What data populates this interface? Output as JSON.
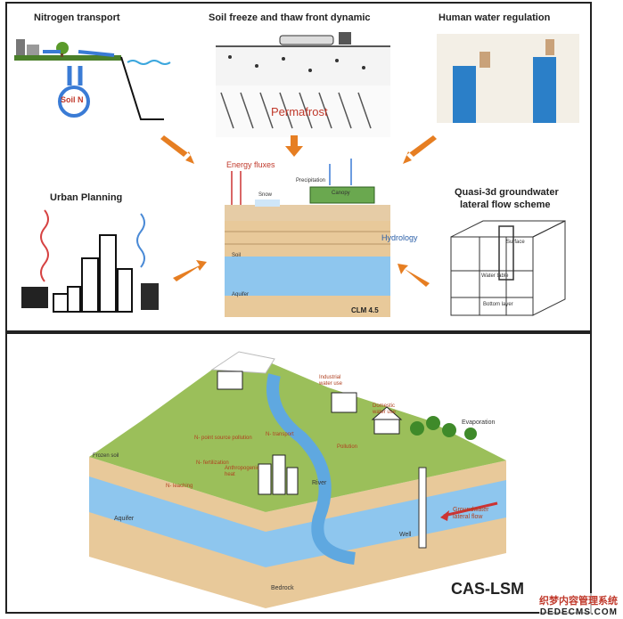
{
  "top": {
    "nitrogen_title": "Nitrogen transport",
    "soil_n": "Soil N",
    "freeze_title": "Soil freeze and thaw front dynamic",
    "permafrost": "Permafrost",
    "human_title": "Human water regulation",
    "urban_title": "Urban Planning",
    "quasi_title_1": "Quasi-3d groundwater",
    "quasi_title_2": "lateral flow scheme",
    "surface": "Surface",
    "water_table": "Water table",
    "bottom_layer": "Bottom layer",
    "energy_fluxes": "Energy fluxes",
    "precipitation": "Precipitation",
    "snow": "Snow",
    "canopy": "Canopy",
    "hydrology": "Hydrology",
    "soil": "Soil",
    "aquifer": "Aquifer",
    "clm": "CLM 4.5"
  },
  "bottom": {
    "n_point": "N- point source pollution",
    "n_transport": "N- transport",
    "industrial": "Industrial water use",
    "domestic": "Domestic water use",
    "evaporation": "Evaporation",
    "n_fertilization": "N- fertilization",
    "n_leaching": "N- leaching",
    "frozen_soil": "Frozen soil",
    "anthropogenic": "Anthropogenic heat",
    "pollution": "Pollution",
    "river": "River",
    "groundwater": "Groundwater lateral flow",
    "aquifer": "Aquifer",
    "well": "Well",
    "bedrock": "Bedrock",
    "model_name": "CAS-LSM"
  },
  "watermark": {
    "cn": "织梦内容管理系统",
    "en": "DEDECMS.COM"
  },
  "colors": {
    "arrow_orange": "#e67e22",
    "down_arrow_blue": "#3a7bd5",
    "soil_tan": "#e8c99a",
    "aquifer_blue": "#8ec6ee",
    "grass_green": "#9bbf5a"
  }
}
